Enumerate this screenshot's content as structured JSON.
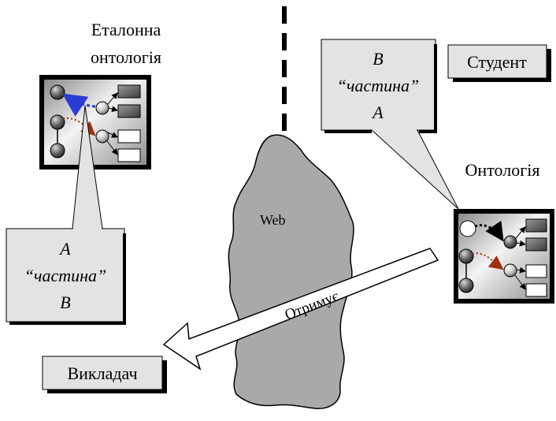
{
  "reference_ontology": {
    "title_line1": "Еталонна",
    "title_line2": "онтологія"
  },
  "student": {
    "label": "Студент"
  },
  "ontology": {
    "label": "Онтологія"
  },
  "teacher": {
    "label": "Викладач"
  },
  "web": {
    "label": "Web"
  },
  "receives_arrow": {
    "label": "Отримує"
  },
  "callout_student": {
    "line1": "B",
    "line2": "“частина”",
    "line3": "A"
  },
  "callout_reference": {
    "line1": "A",
    "line2": "“частина”",
    "line3": "B"
  },
  "colors": {
    "callout_fill": "#e3e3e3",
    "web_fill": "#a9a9a9",
    "blue_relation": "#2b3bd6",
    "brown_relation": "#a03010"
  }
}
